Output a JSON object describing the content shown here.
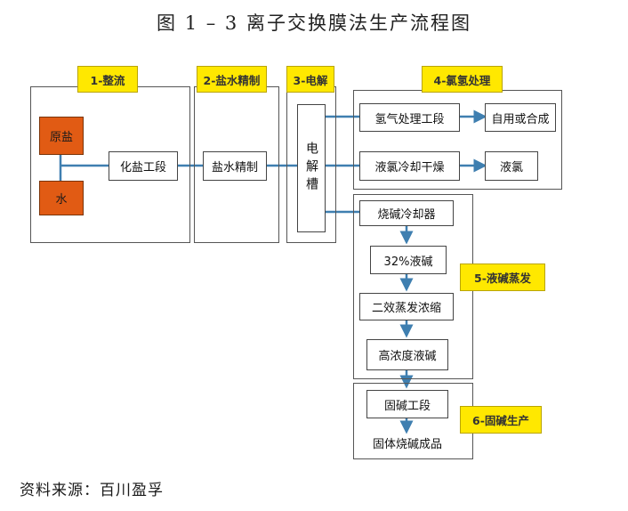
{
  "title": "图 1 – 3    离子交换膜法生产流程图",
  "sections": {
    "s1": "1-整流",
    "s2": "2-盐水精制",
    "s3": "3-电解",
    "s4": "4-氯氢处理",
    "s5": "5-液碱蒸发",
    "s6": "6-固碱生产"
  },
  "nodes": {
    "raw_salt": "原盐",
    "water": "水",
    "salt_dissolve": "化盐工段",
    "brine_refine": "盐水精制",
    "electrolyzer": "电解槽",
    "chlorine_treat": "氢气处理工段",
    "synthesis": "自用或合成",
    "liquid_chlorine_dry": "液氯冷却干燥",
    "liquid_chlorine": "液氯",
    "caustic_cooler": "烧碱冷却器",
    "lye_32": "32%液碱",
    "double_evap": "二效蒸发浓缩",
    "high_conc": "高浓度液碱",
    "solid_section": "固碱工段",
    "solid_product": "固体烧碱成品"
  },
  "source": "资料来源：百川盈孚",
  "colors": {
    "connector": "#3f7fb0",
    "tag": "#ffe800",
    "raw": "#e15b14"
  }
}
